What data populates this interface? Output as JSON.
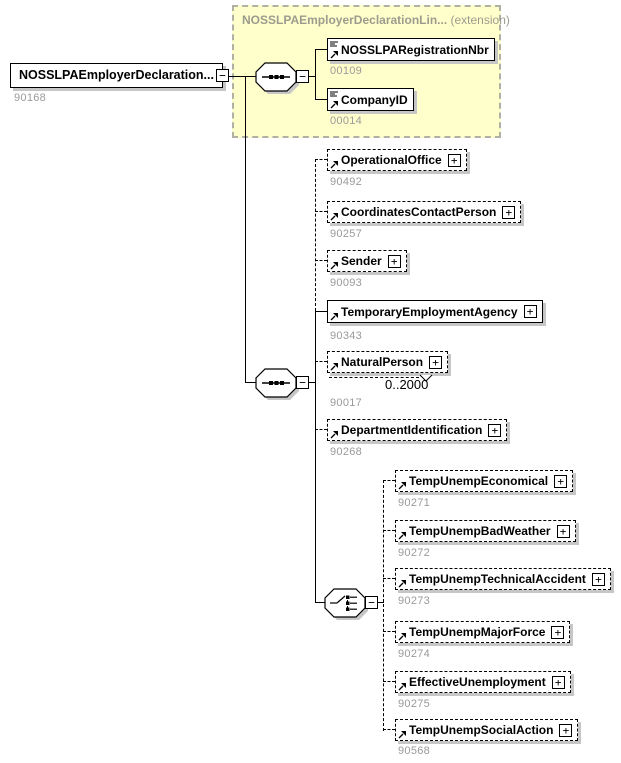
{
  "diagram": {
    "root": {
      "label": "NOSSLPAEmployerDeclaration...",
      "id": "90168"
    },
    "extension": {
      "title": "NOSSLPAEmployerDeclarationLin...",
      "suffix": "(extension)",
      "children": [
        {
          "label": "NOSSLPARegistrationNbr",
          "id": "00109"
        },
        {
          "label": "CompanyID",
          "id": "00014"
        }
      ]
    },
    "sequence_children": [
      {
        "label": "OperationalOffice",
        "id": "90492"
      },
      {
        "label": "CoordinatesContactPerson",
        "id": "90257"
      },
      {
        "label": "Sender",
        "id": "90093"
      },
      {
        "label": "TemporaryEmploymentAgency",
        "id": "90343"
      },
      {
        "label": "NaturalPerson",
        "id": "90017",
        "occurs": "0..2000"
      },
      {
        "label": "DepartmentIdentification",
        "id": "90268"
      }
    ],
    "choice_children": [
      {
        "label": "TempUnempEconomical",
        "id": "90271"
      },
      {
        "label": "TempUnempBadWeather",
        "id": "90272"
      },
      {
        "label": "TempUnempTechnicalAccident",
        "id": "90273"
      },
      {
        "label": "TempUnempMajorForce",
        "id": "90274"
      },
      {
        "label": "EffectiveUnemployment",
        "id": "90275"
      },
      {
        "label": "TempUnempSocialAction",
        "id": "90568"
      }
    ]
  },
  "glyphs": {
    "collapse": "−",
    "expand": "+"
  },
  "icons": {
    "sequence-connector": "octagon with dotted sequence line",
    "choice-connector": "octagon with switch glyph",
    "element-arrow-icon": "↗",
    "content-lines-icon": "≡"
  },
  "colors": {
    "extension_bg": "#ffffcc",
    "box_shadow": "#c6c6c6",
    "muted_text": "#9a9a9a",
    "line": "#000000"
  }
}
